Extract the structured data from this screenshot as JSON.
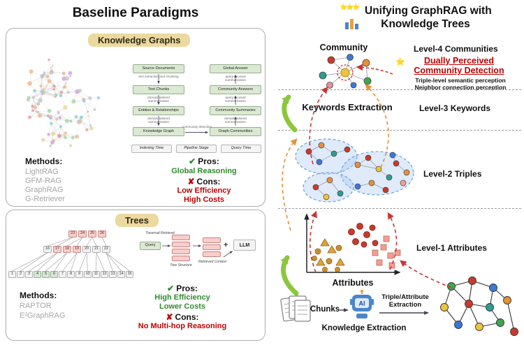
{
  "left": {
    "title": "Baseline Paradigms",
    "kg": {
      "header": "Knowledge Graphs",
      "flow": {
        "left_col": [
          "Source Documents",
          "Text Chunks",
          "Entities & Relationships",
          "Knowledge Graph"
        ],
        "right_col": [
          "Global Answer",
          "Community Answers",
          "Community Summaries",
          "Graph Communities"
        ],
        "bottom_row": [
          "Indexing Time",
          "Pipeline Stage",
          "Query Time"
        ],
        "edge_labels": [
          "text extraction and chunking",
          "domain-tailored summarization",
          "domain-tailored summarization",
          "community detection",
          "domain-tailored summarization",
          "query-focused summarization",
          "query-focused summarization"
        ]
      },
      "methods_label": "Methods:",
      "methods": [
        "LightRAG",
        "GFM-RAG",
        "GraphRAG",
        "G-Retriever"
      ],
      "pros_label": "Pros:",
      "pros": [
        "Global Reasoning"
      ],
      "cons_label": "Cons:",
      "cons": [
        "Low Efficiency",
        "High Costs"
      ]
    },
    "trees": {
      "header": "Trees",
      "tree_rows": {
        "top": [
          "23",
          "24",
          "25",
          "26"
        ],
        "mid": [
          "16",
          "17",
          "18",
          "19",
          "20",
          "21",
          "22"
        ],
        "bottom": [
          "1",
          "2",
          "3",
          "4",
          "5",
          "6",
          "7",
          "8",
          "9",
          "10",
          "11",
          "12",
          "13",
          "14",
          "15"
        ]
      },
      "flow": {
        "traversal": "Traversal Retrieval",
        "query": "Query",
        "tree_structure": "Tree Structure",
        "retrieved": "Retrieved Context",
        "plus": "+",
        "llm": "LLM"
      },
      "methods_label": "Methods:",
      "methods": [
        "RAPTOR",
        "E²GraphRAG"
      ],
      "pros_label": "Pros:",
      "pros": [
        "High Efficiency",
        "Lower Costs"
      ],
      "cons_label": "Cons:",
      "cons": [
        "No Multi-hop Reasoning"
      ]
    }
  },
  "right": {
    "stars": "⭐⭐⭐",
    "title1": "Unifying GraphRAG with",
    "title2": "Knowledge Trees",
    "community": "Community",
    "level4": "Level-4 Communities",
    "callout1": "Dually Perceived",
    "callout2": "Community Detection",
    "callout_sub1": "Triple-level semantic perception",
    "callout_sub2": "Neighbor connection perception",
    "keywords_extraction": "Keywords Extraction",
    "level3": "Level-3 Keywords",
    "level2": "Level-2 Triples",
    "level1": "Level-1 Attributes",
    "attributes": "Attributes",
    "chunks": "Chunks",
    "ai": "AI",
    "knowledge_extraction": "Knowledge Extraction",
    "triple_attr1": "Triple/Attribute",
    "triple_attr2": "Extraction"
  },
  "icons": {
    "check": "✔",
    "cross": "✘",
    "star": "⭐"
  },
  "colors": {
    "pros_green": "#2e8b2e",
    "cons_red": "#c00000",
    "header_pill": "#ecd9a0",
    "green_arrow": "#8cc63e",
    "red_arrow": "#cc3333",
    "orange_arrow": "#e69138",
    "blob_blue": "#6fa8dc"
  }
}
